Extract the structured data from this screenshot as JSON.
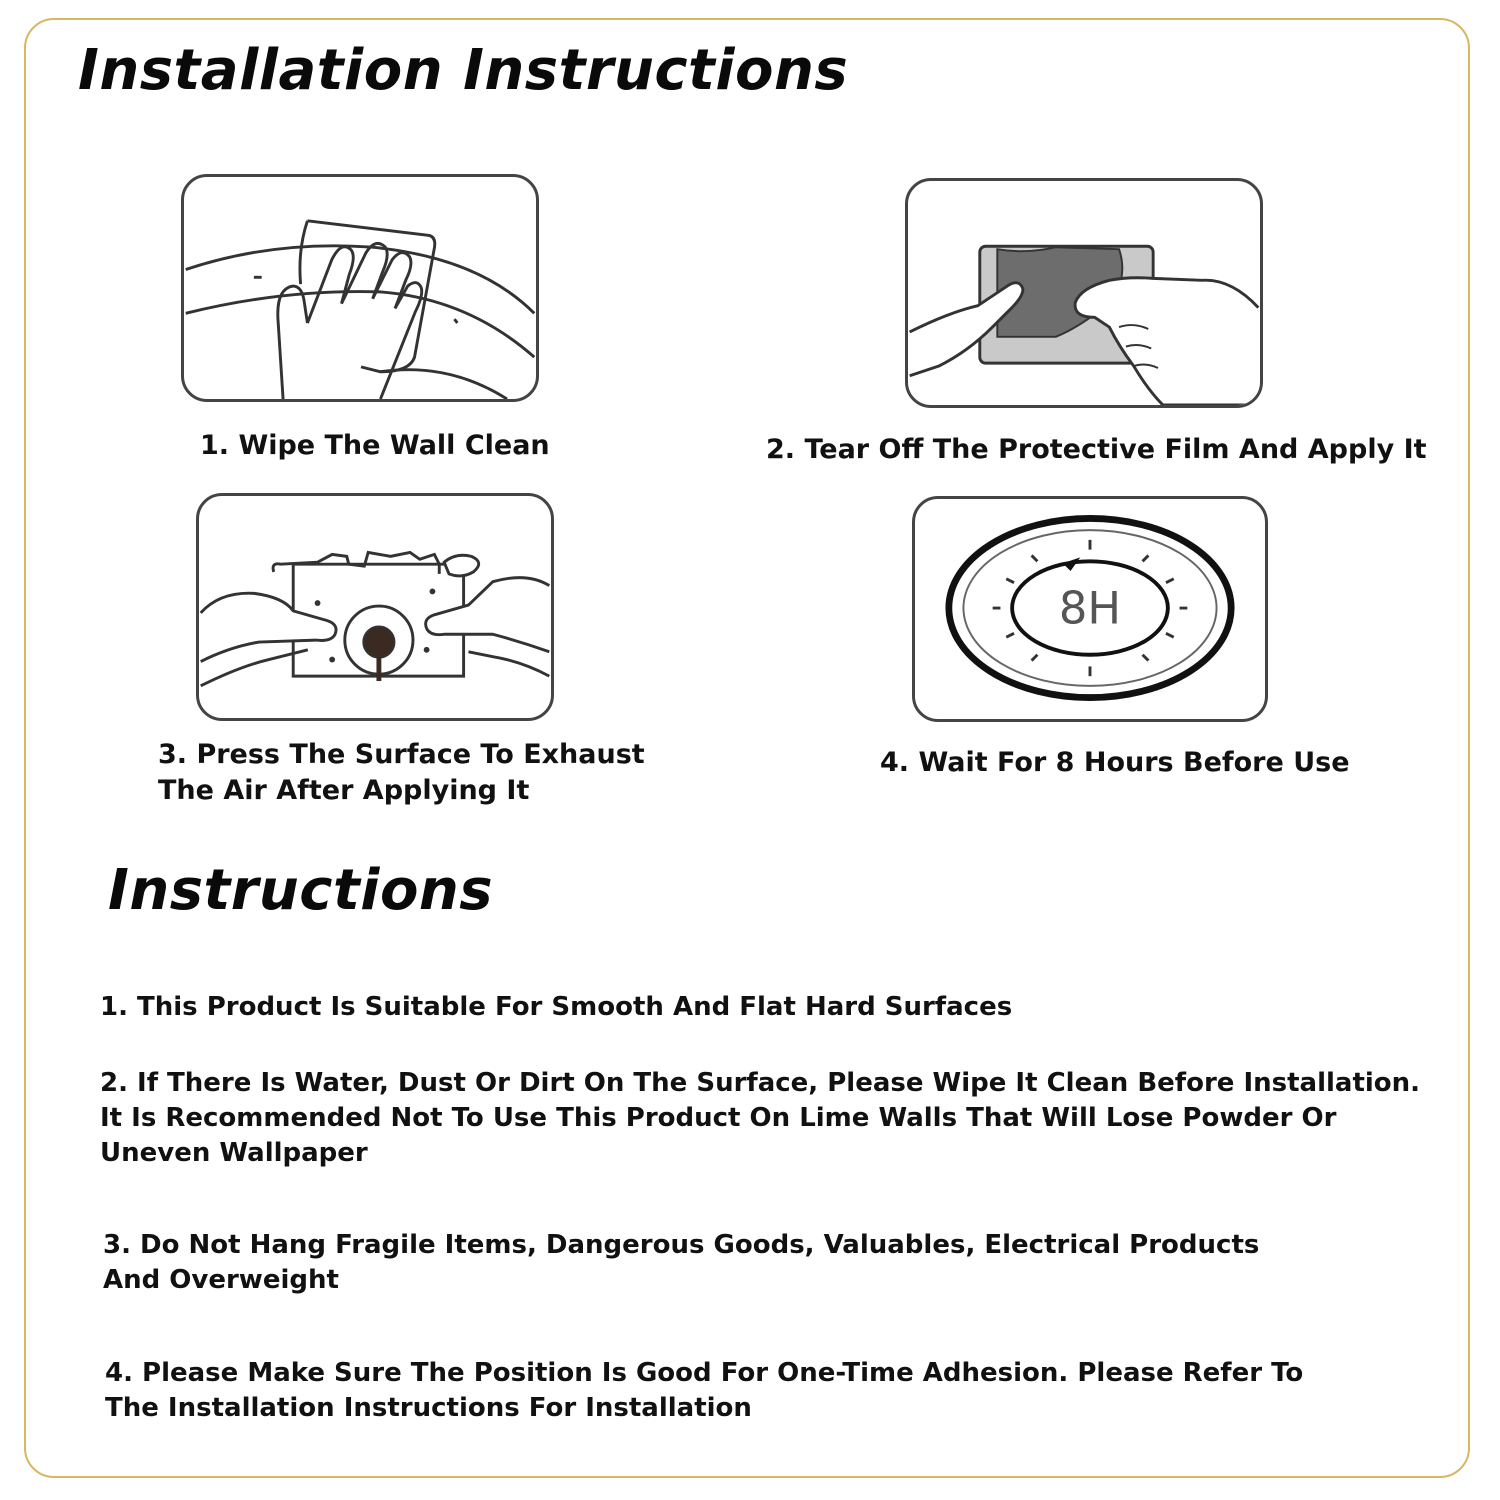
{
  "installation": {
    "title": "Installation Instructions",
    "steps": [
      {
        "caption": "1. Wipe The Wall Clean"
      },
      {
        "caption": "2. Tear Off The Protective Film And Apply It"
      },
      {
        "caption_line1": "3. Press The Surface To Exhaust",
        "caption_line2": "The Air After Applying It"
      },
      {
        "caption": "4. Wait For 8 Hours Before Use",
        "clock_text": "8H"
      }
    ]
  },
  "instructions": {
    "title": "Instructions",
    "items": [
      {
        "lines": [
          "1. This Product Is Suitable For Smooth And Flat Hard Surfaces"
        ]
      },
      {
        "lines": [
          "2. If There Is Water, Dust Or Dirt On The Surface, Please Wipe It Clean Before Installation.",
          "It Is Recommended Not To Use This Product On Lime Walls That Will Lose Powder Or",
          "Uneven Wallpaper"
        ]
      },
      {
        "lines": [
          "3. Do Not Hang Fragile Items, Dangerous Goods, Valuables, Electrical Products",
          "And Overweight"
        ]
      },
      {
        "lines": [
          "4. Please Make Sure The Position Is Good For One-Time Adhesion. Please Refer To",
          "The Installation Instructions For Installation"
        ]
      }
    ]
  },
  "colors": {
    "frame_border": "#d8b763",
    "panel_border": "#444444",
    "text": "#111111"
  }
}
